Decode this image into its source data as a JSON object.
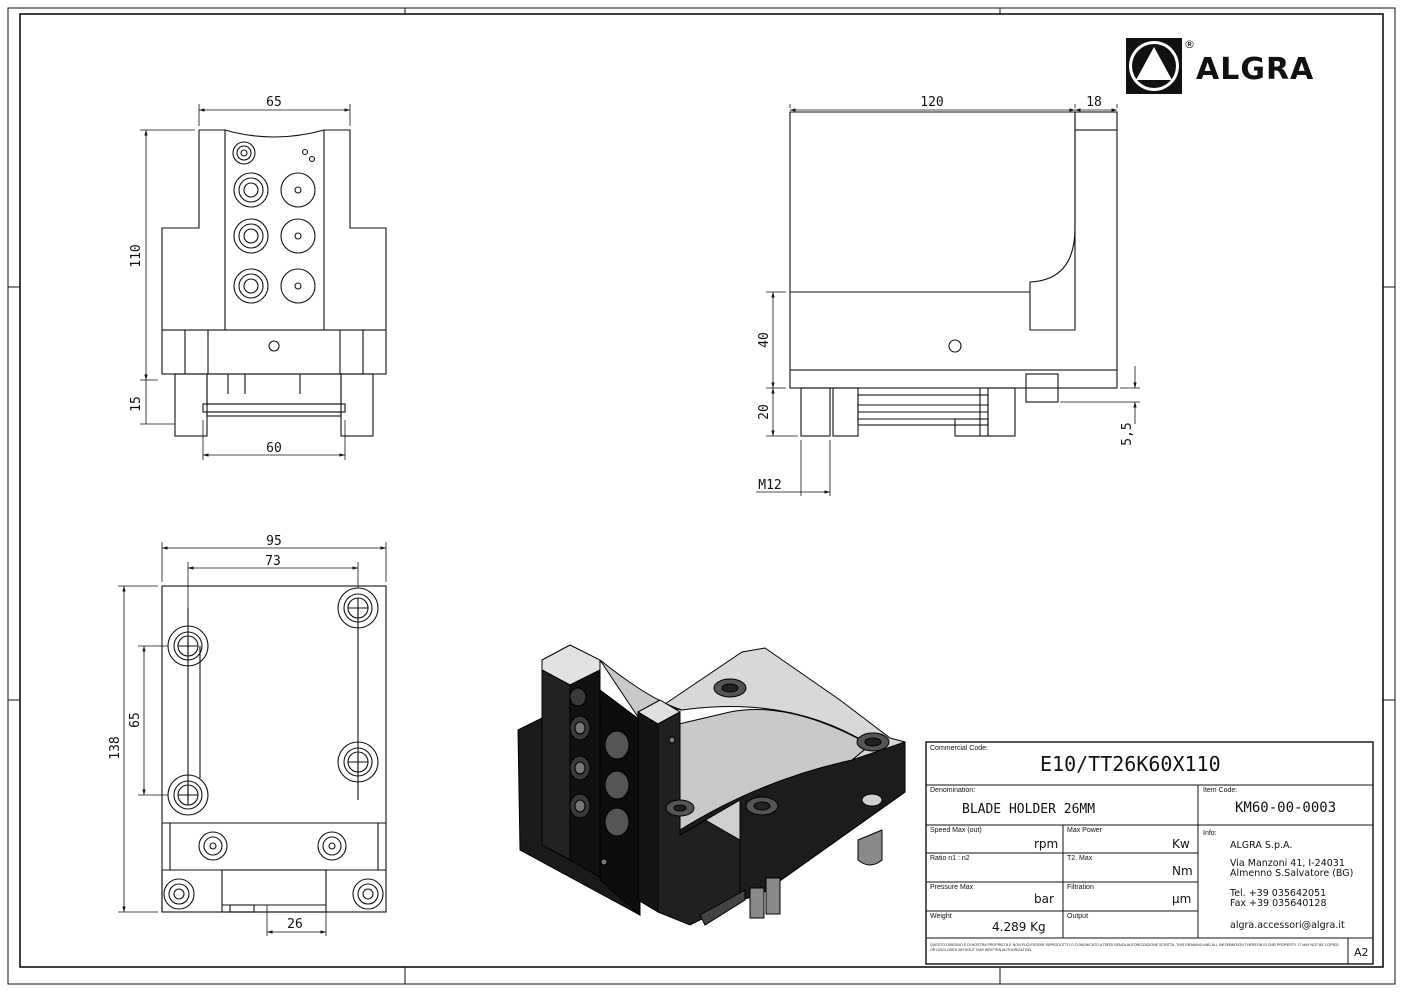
{
  "brand": {
    "name": "ALGRA",
    "reg": "®"
  },
  "dims": {
    "front_width": "65",
    "front_height": "110",
    "front_base": "15",
    "front_slot": "60",
    "side_length": "120",
    "side_lip": "18",
    "side_height": "40",
    "side_pin": "20",
    "side_offset": "5,5",
    "side_thread": "M12",
    "bottom_width": "95",
    "bottom_holes": "73",
    "bottom_height": "138",
    "bottom_spacing": "65",
    "bottom_slot": "26"
  },
  "title_block": {
    "commercial_code_label": "Commercial Code:",
    "commercial_code": "E10/TT26K60X110",
    "denomination_label": "Denomination:",
    "denomination": "BLADE HOLDER 26MM",
    "item_code_label": "Item Code:",
    "item_code": "KM60-00-0003",
    "speed_label": "Speed Max (out)",
    "speed_unit": "rpm",
    "power_label": "Max Power",
    "power_unit": "Kw",
    "ratio_label": "Ratio n1 : n2",
    "torque_label": "T2. Max",
    "torque_unit": "Nm",
    "pressure_label": "Pressure Max",
    "pressure_unit": "bar",
    "filtration_label": "Filtration",
    "filtration_unit": "µm",
    "weight_label": "Weight",
    "weight": "4.289 Kg",
    "output_label": "Output",
    "info_label": "Info:",
    "company": "ALGRA S.p.A.",
    "address1": "Via Manzoni 41, I-24031",
    "address2": "Almenno S.Salvatore (BG)",
    "tel": "Tel. +39 035642051",
    "fax": "Fax +39 035640128",
    "email": "algra.accessori@algra.it",
    "sheet_size": "A2",
    "disclaimer": "QUESTO DISEGNO È DI NOSTRA PROPRIETÀ E NON PUÒ ESSERE RIPRODOTTO O COMUNICATO A TERZI SENZA AUTORIZZAZIONE SCRITTA. THIS DRAWING AND ALL INFORMATION THEREON IS OUR PROPERTY. IT MAY NOT BE COPIED OR DISCLOSED WITHOUT OUR WRITTEN AUTHORIZATION."
  }
}
